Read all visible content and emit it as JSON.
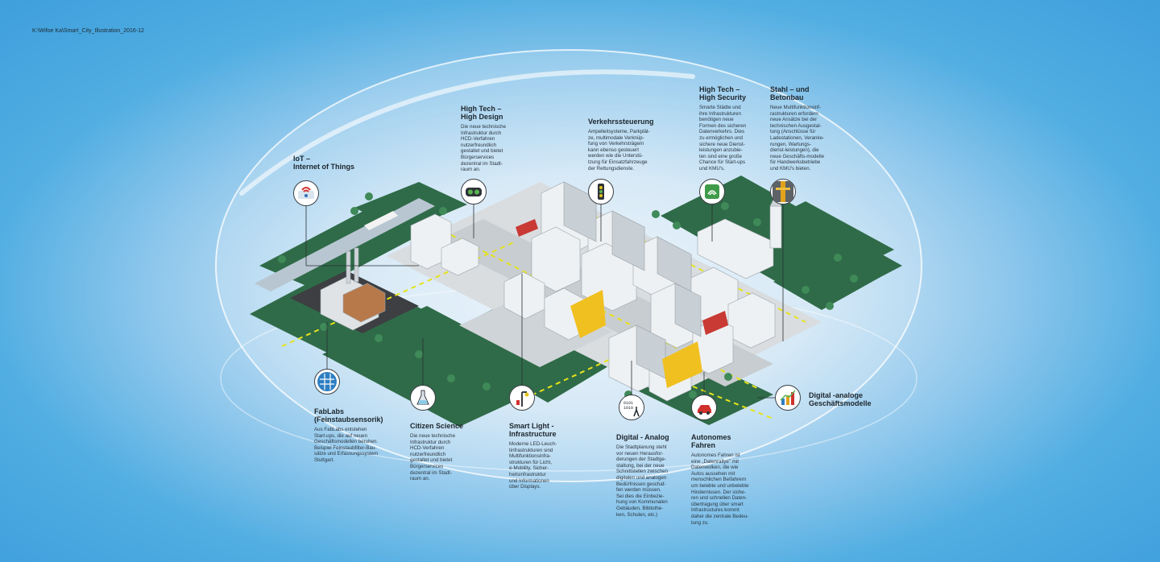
{
  "file_path": "K:\\Wifoe Ka\\Smart_City_Illustration_2016-12",
  "labels": {
    "iot": {
      "title": "IoT –\nInternet of Things",
      "text": ""
    },
    "hightech_design": {
      "title": "High Tech –\nHigh Design",
      "text": "Die neue technische\nInfrastruktur durch\nHCD-Verfahren\nnutzerfreundlich\ngestaltet und bietet\nBürgerservices\ndezentral im Stadt-\nraum an."
    },
    "verkehr": {
      "title": "Verkehrssteuerung",
      "text": "Ampelleitsysteme, Parkplät-\nze, multimodale Verknüp-\nfung von Verkehrsträgern\nkann ebenso gesteuert\nwerden wie die Unterstü-\ntzung für Einsatzfahrzeuge\nder Rettungsdienste."
    },
    "security": {
      "title": "High Tech –\nHigh Security",
      "text": "Smarte Städte und\nihre Infrastrukturen\nbenötigen neue\nFormen des sicheren\nDatenverkehrs. Dies\nzu ermöglichen und\nsichere neue Dienst-\nleistungen anzubie-\nten sind eine große\nChance für Start-ups\nund KMU's."
    },
    "stahl": {
      "title": "Stahl – und\nBetonbau",
      "text": "Neue Multifunktionsinf-\nrastrukturen erfordern\nneue Ansätze bei der\ntechnischen Ausgestal-\ntung (Anschlüsse für\nLadestationen, Veranke-\nrungen, Wartungs-\ndienst-leistungen), die\nneue Geschäfts-modelle\nfür Handwerksbetriebe\nund KMU's bieten."
    },
    "fablabs": {
      "title": "FabLabs\n(Feinstaubsensorik)",
      "text": "Aus FabLabs entstehen\nStart-ups, die auf neuen\nGeschäftsmodellen beruhen.\nBeispiel Feinstaubfilter-Bau-\nsätze und Erfassungssystem\nStuttgart."
    },
    "citizen": {
      "title": "Citizen Science",
      "text": "Die neue technische\nInfrastruktur durch\nHCD-Verfahren\nnutzerfreundlich\ngestaltet und bietet\nBürgerservices\ndezentral im Stadt-\nraum an."
    },
    "smartlight": {
      "title": "Smart Light -\nInfrastructure",
      "text": "Moderne LED-Leuch-\ntinfrastrukturen sind\nMultifunktionsinfra-\nstrukturen für Licht,\ne-Mobility, Sicher-\nheitsinfrastruktur\nund Informationen\nüber Displays."
    },
    "digital": {
      "title": "Digital - Analog",
      "text": "Die Stadtplanung steht\nvor neuen Herausfor-\nderungen der Stadtge-\nstaltung, bei der neue\nSchnittstellen zwischen\ndigitalen und analogen\nBedürfnissen geschaf-\nfen werden müssen.\nSei dies die Einbezie-\nhung von Kommunalen\nGebäuden, Bibliothe-\nken, Schulen, etc.)"
    },
    "autonom": {
      "title": "Autonomes\nFahren",
      "text": "Autonomes Fahren ist\neine „Datenrallye\" mit\nDatenwolken, die wie\nAutos aussehen mit\nmenschlichen Beifahrern\num belebte und unbelebte\nHindernissen. Der siche-\nren und schnellen Daten-\nübertragung über smart\nInfrastructures kommt\ndaher die zentrale Bedeu-\ntung zu."
    },
    "geschaeft": {
      "title": "Digital -analoge\nGeschäftsmodelle",
      "text": ""
    }
  },
  "icons": [
    "iot-wifi-icon",
    "eye-vr-icon",
    "traffic-light-icon",
    "security-wifi-icon",
    "steel-beam-icon",
    "fablab-map-icon",
    "flask-icon",
    "streetlight-icon",
    "binary-figure-icon",
    "autonomous-car-icon",
    "business-chart-icon"
  ],
  "colors": {
    "sky": "#4aa8df",
    "green": "#2f6b48",
    "road": "#d9dde0",
    "building": "#e8ecef",
    "dashed_line": "#e6e21a"
  }
}
